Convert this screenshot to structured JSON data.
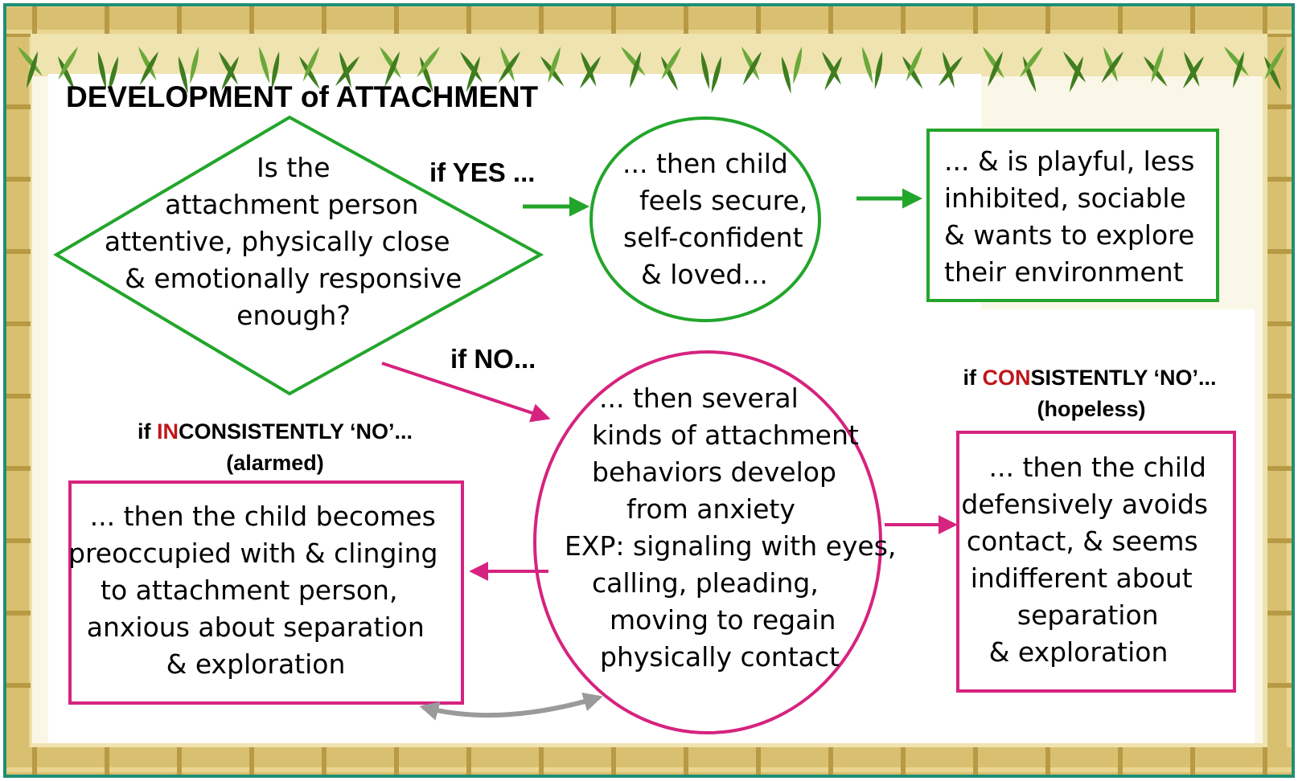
{
  "title": "DEVELOPMENT of ATTACHMENT",
  "colors": {
    "green": "#22a52b",
    "magenta": "#d6237f",
    "red": "#c0161b",
    "gray": "#9a9a9a",
    "frame": "#1f8f74",
    "bamboo": "#d9c070",
    "leaf": "#3f7d1f"
  },
  "decision": {
    "lines": [
      "Is the",
      "attachment person",
      "attentive, physically close",
      "& emotionally responsive",
      "enough?"
    ]
  },
  "labels": {
    "yes": "if YES ...",
    "no": "if NO...",
    "inconsistent_prefix": "if ",
    "inconsistent_highlight": "IN",
    "inconsistent_rest": "CONSISTENTLY ‘NO’...",
    "inconsistent_sub": "(alarmed)",
    "consistent_prefix": "if ",
    "consistent_highlight": "CON",
    "consistent_rest": "SISTENTLY ‘NO’...",
    "consistent_sub": "(hopeless)"
  },
  "secure_circle": {
    "lines": [
      "... then child",
      "feels secure,",
      "self-confident",
      "& loved..."
    ]
  },
  "playful_box": {
    "lines": [
      "... & is playful, less",
      "inhibited, sociable",
      "& wants to explore",
      "their environment"
    ]
  },
  "anxiety_circle": {
    "lines": [
      "... then several",
      "kinds of attachment",
      "behaviors develop",
      "from anxiety",
      "EXP: signaling with eyes,",
      "calling, pleading,",
      "moving to regain",
      "physically contact"
    ]
  },
  "preoccupied_box": {
    "lines": [
      "... then the child becomes",
      "preoccupied with & clinging",
      "to attachment person,",
      "anxious about separation",
      "& exploration"
    ]
  },
  "avoidant_box": {
    "lines": [
      "... then the child",
      "defensively avoids",
      "contact, & seems",
      "indifferent about",
      "separation",
      "& exploration"
    ]
  }
}
